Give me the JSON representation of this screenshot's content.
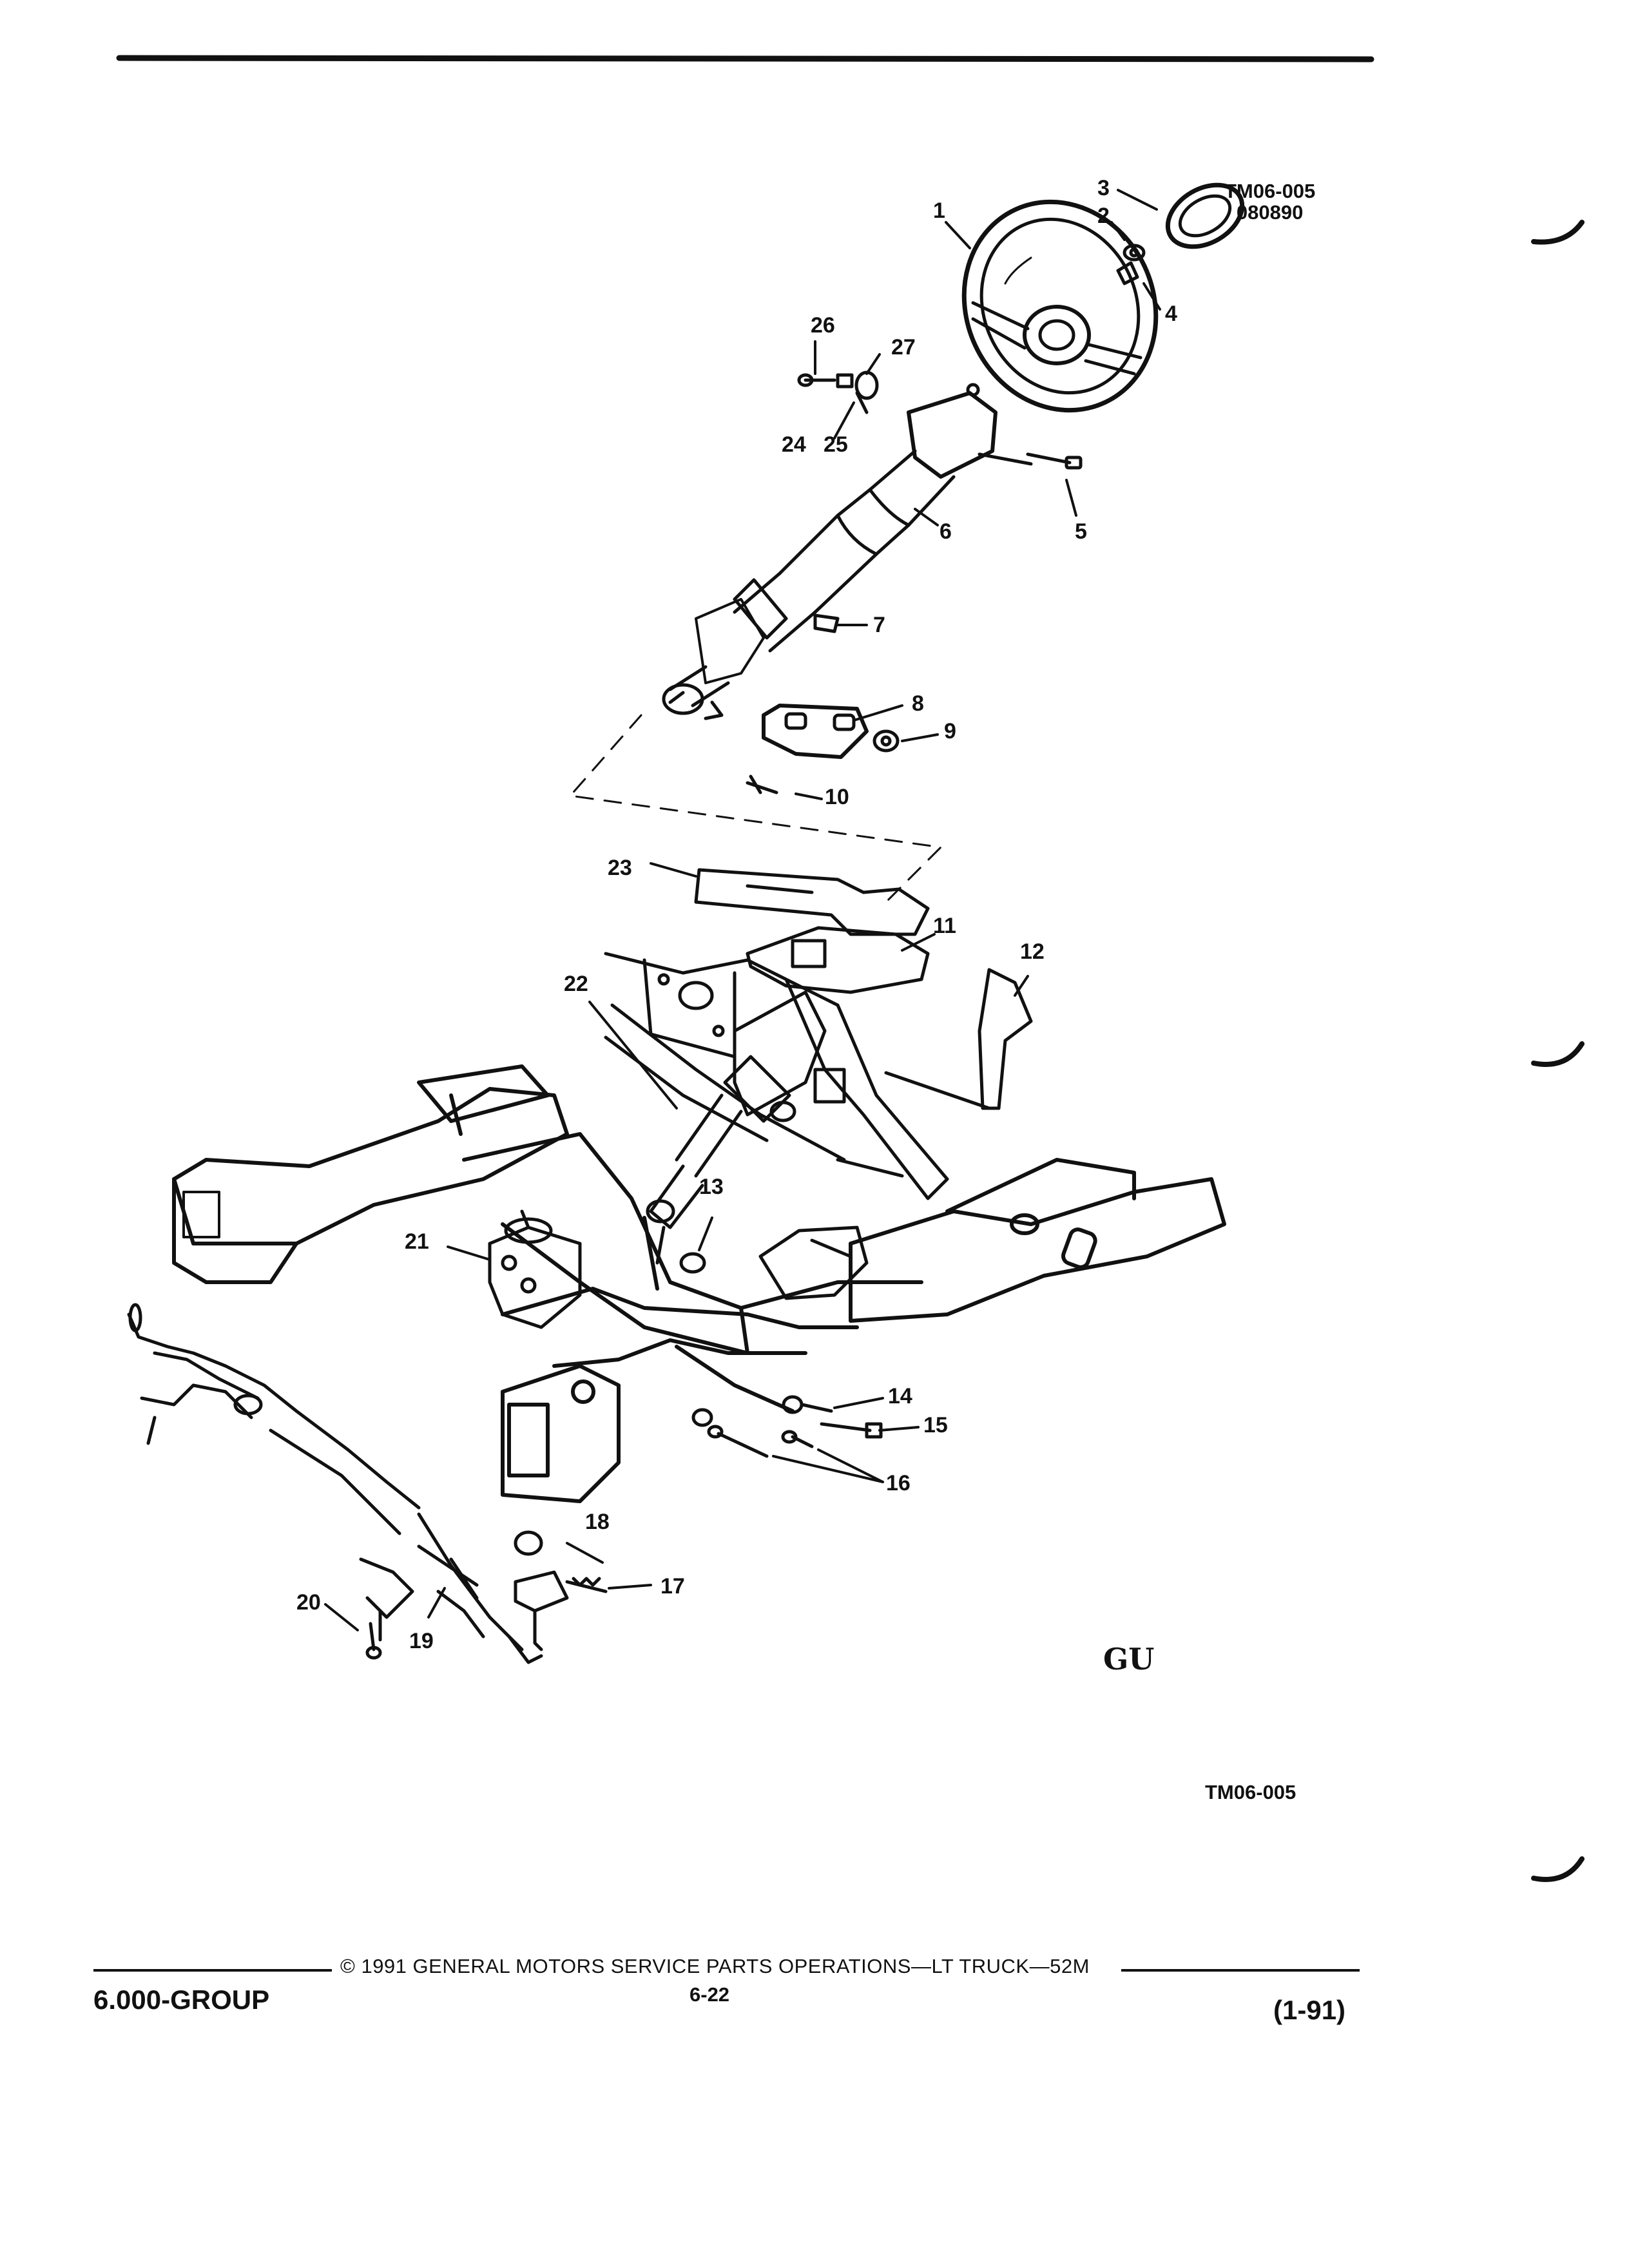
{
  "diagram": {
    "figure_code": "TM06-005",
    "figure_date": "080890",
    "bottom_code": "TM06-005",
    "callouts": [
      "1",
      "2",
      "3",
      "4",
      "5",
      "6",
      "7",
      "8",
      "9",
      "10",
      "11",
      "12",
      "13",
      "14",
      "15",
      "16",
      "17",
      "18",
      "19",
      "20",
      "21",
      "22",
      "23",
      "24",
      "25",
      "26",
      "27"
    ],
    "logo_text": "GU"
  },
  "footer": {
    "group": "6.000-GROUP",
    "copyright": "© 1991 GENERAL MOTORS SERVICE PARTS OPERATIONS—LT TRUCK—52M",
    "page": "6-22",
    "date": "(1-91)"
  }
}
